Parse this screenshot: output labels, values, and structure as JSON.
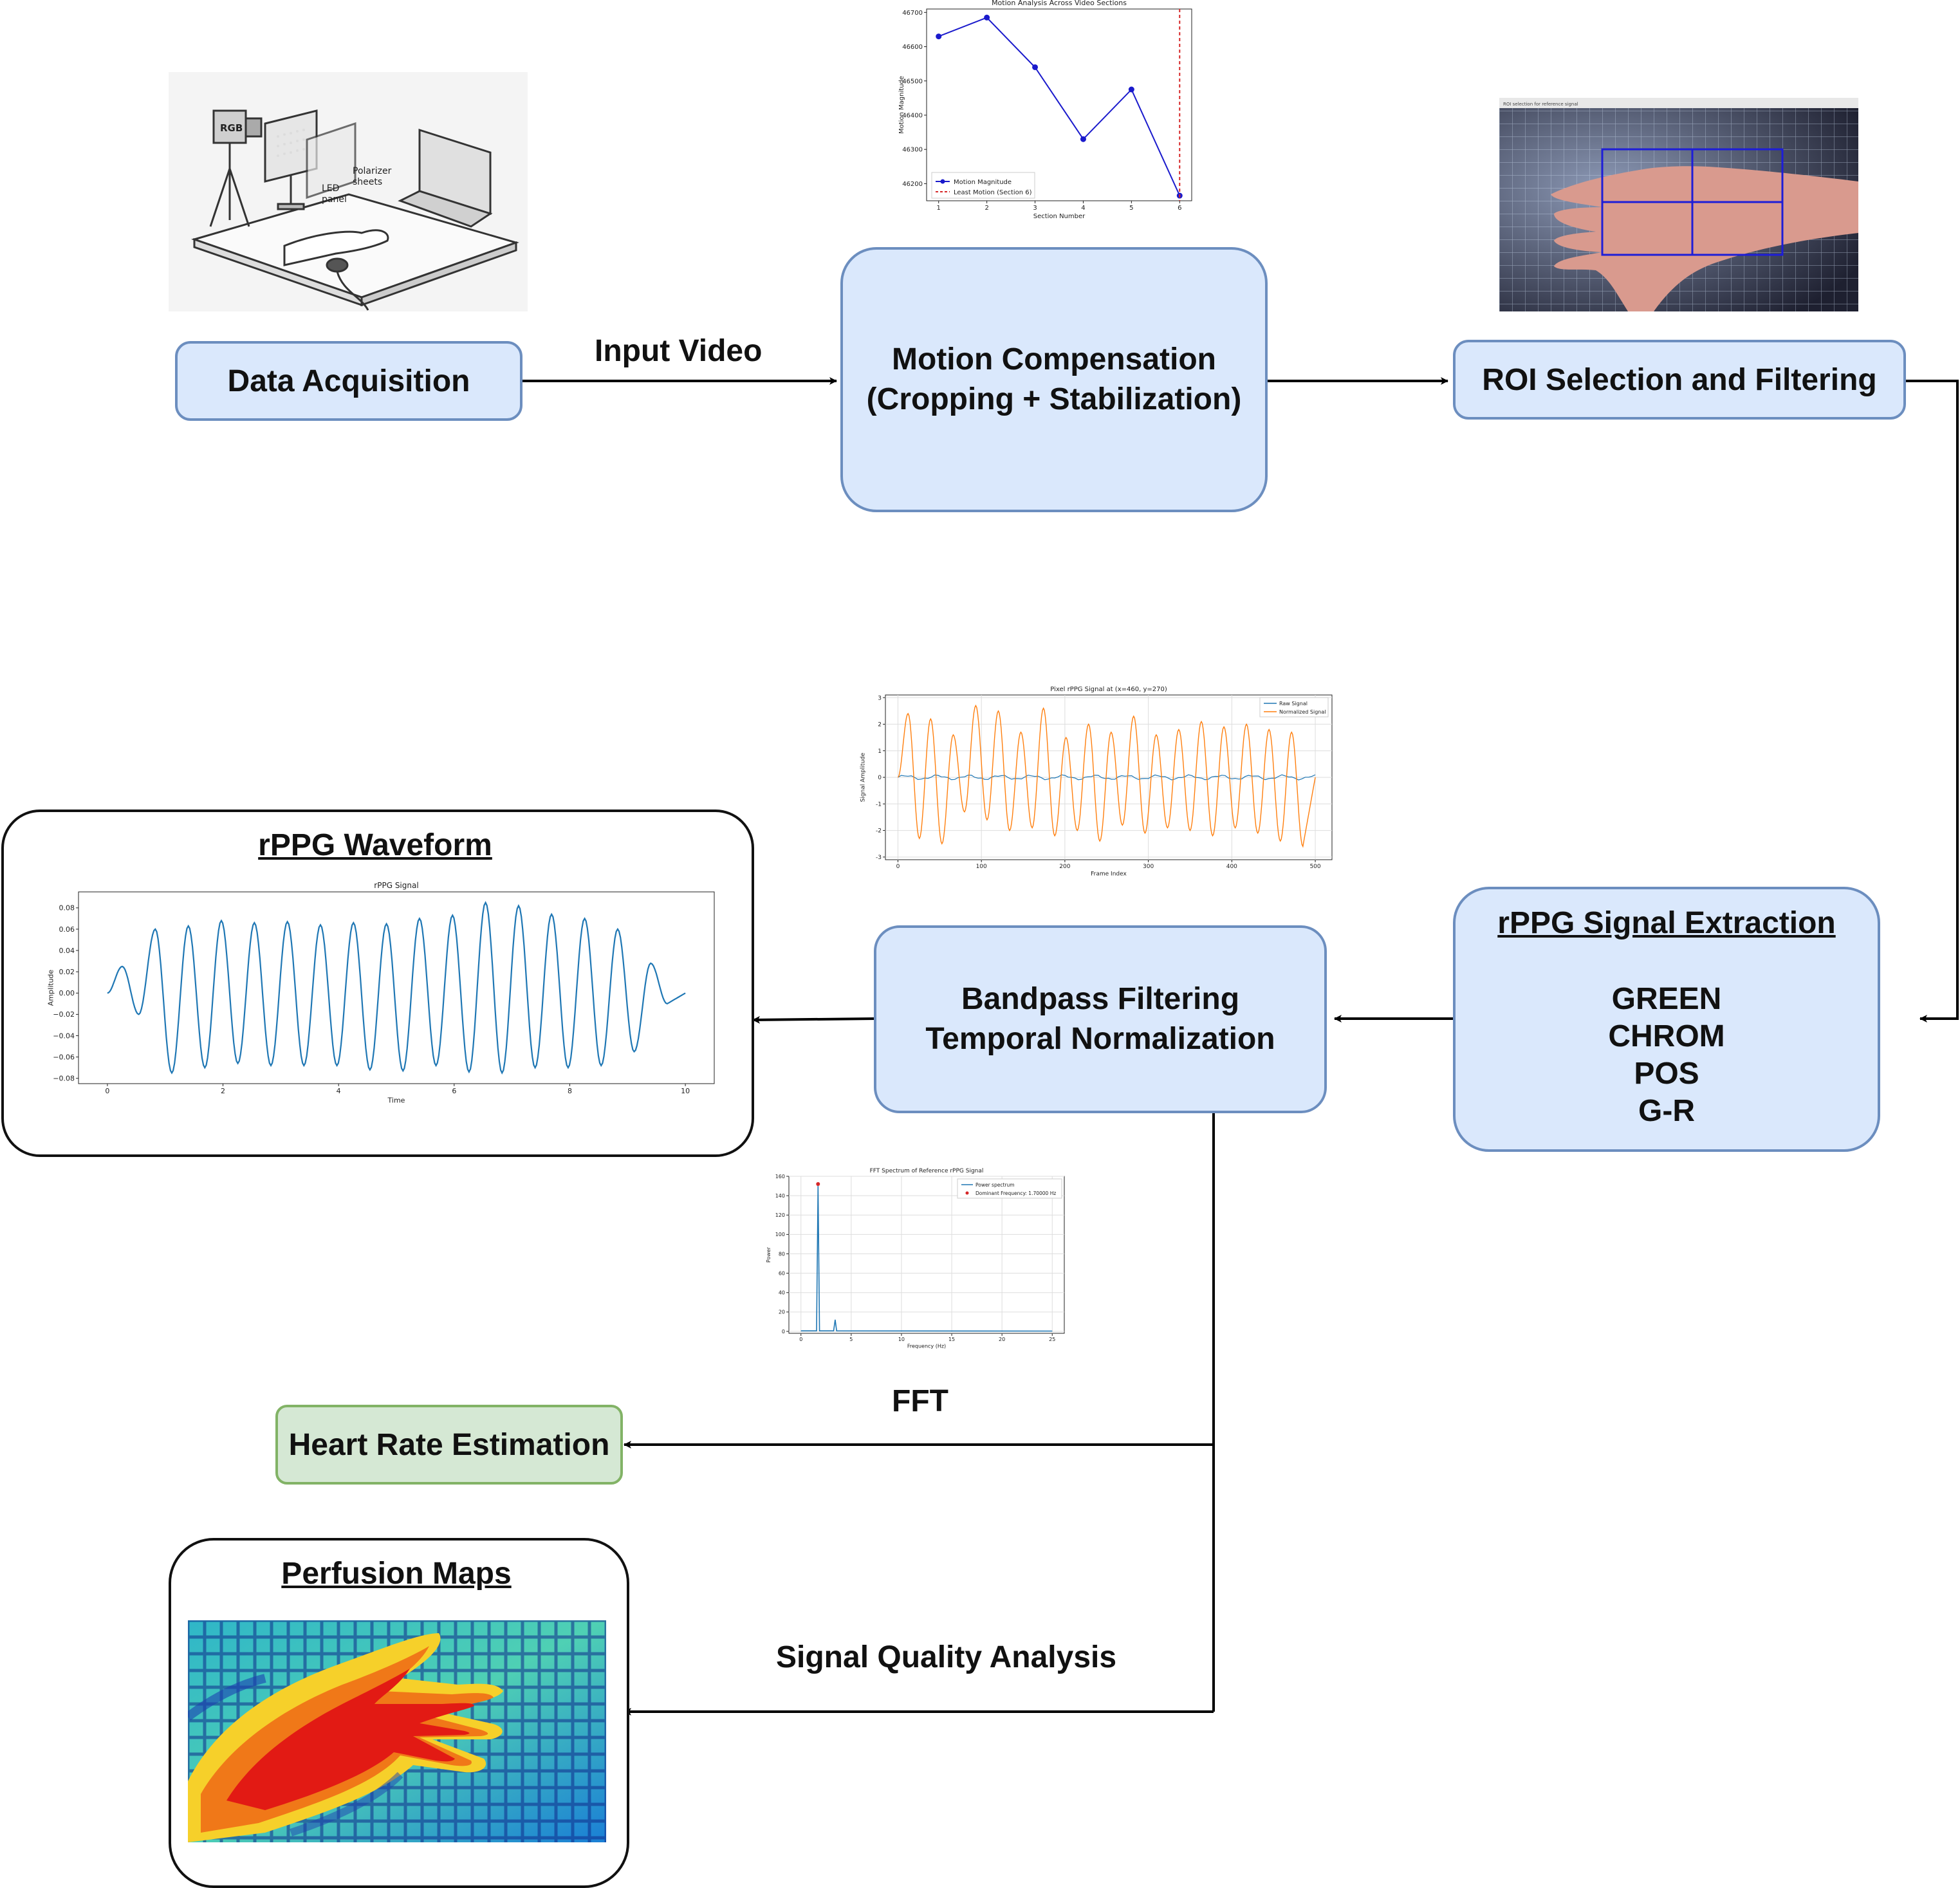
{
  "nodes": {
    "data_acquisition": "Data Acquisition",
    "motion_comp_1": "Motion Compensation",
    "motion_comp_2": "(Cropping + Stabilization)",
    "roi": "ROI Selection and Filtering",
    "extraction_title": "rPPG Signal Extraction",
    "methods": [
      "GREEN",
      "CHROM",
      "POS",
      "G-R"
    ],
    "bandpass_1": "Bandpass Filtering",
    "bandpass_2": "Temporal Normalization",
    "heart_rate": "Heart Rate Estimation",
    "waveform_title": "rPPG Waveform",
    "perfusion_title": "Perfusion Maps"
  },
  "edges": {
    "input_video": "Input Video",
    "fft": "FFT",
    "signal_quality": "Signal Quality Analysis"
  },
  "setup": {
    "camera_label": "RGB",
    "led_label_1": "LED",
    "led_label_2": "panel",
    "polarizer_label_1": "Polarizer",
    "polarizer_label_2": "sheets"
  },
  "roi_window_title": "ROI selection for reference signal",
  "colors": {
    "node_fill": "#dae8fc",
    "node_stroke": "#6c8ebf",
    "hr_fill": "#d5e8d4",
    "hr_stroke": "#82b366",
    "series_blue": "#1f77b4",
    "series_orange": "#ff7f0e",
    "marker_red": "#d62728"
  },
  "chart_data": [
    {
      "type": "line",
      "title": "Motion Analysis Across Video Sections",
      "xlabel": "Section Number",
      "ylabel": "Motion Magnitude",
      "x": [
        1,
        2,
        3,
        4,
        5,
        6
      ],
      "series": [
        {
          "name": "Motion Magnitude",
          "values": [
            46630,
            46685,
            46540,
            46330,
            46475,
            46165
          ]
        }
      ],
      "annotations": [
        {
          "name": "Least Motion (Section 6)",
          "x": 6
        }
      ],
      "xticks": [
        1,
        2,
        3,
        4,
        5,
        6
      ],
      "yticks": [
        46200,
        46300,
        46400,
        46500,
        46600,
        46700
      ],
      "xlim": [
        0.75,
        6.25
      ],
      "ylim": [
        46150,
        46710
      ],
      "legend": "bottom-left"
    },
    {
      "type": "line",
      "title": "Pixel rPPG Signal at (x=460, y=270)",
      "xlabel": "Frame Index",
      "ylabel": "Signal Amplitude",
      "series": [
        {
          "name": "Raw Signal",
          "amplitude": 0.07
        },
        {
          "name": "Normalized Signal",
          "peaks": [
            2.4,
            2.2,
            1.6,
            2.7,
            2.5,
            1.7,
            2.6,
            1.5,
            2.0,
            1.7,
            2.3,
            1.6,
            1.8,
            2.1,
            1.9,
            2.0,
            1.8,
            1.7
          ],
          "troughs": [
            -2.3,
            -2.5,
            -1.3,
            -1.6,
            -2.0,
            -1.9,
            -2.2,
            -2.0,
            -2.4,
            -1.8,
            -2.1,
            -1.9,
            -2.0,
            -2.2,
            -1.9,
            -2.1,
            -2.4,
            -2.6
          ]
        }
      ],
      "xticks": [
        0,
        100,
        200,
        300,
        400,
        500
      ],
      "yticks": [
        -3,
        -2,
        -1,
        0,
        1,
        2,
        3
      ],
      "xlim": [
        -15,
        520
      ],
      "ylim": [
        -3.1,
        3.1
      ],
      "grid": true,
      "legend": "top-right"
    },
    {
      "type": "line",
      "title": "rPPG Signal",
      "xlabel": "Time",
      "ylabel": "Amplitude",
      "series": [
        {
          "name": "",
          "peaks": [
            0.025,
            0.06,
            0.063,
            0.068,
            0.066,
            0.067,
            0.064,
            0.066,
            0.065,
            0.07,
            0.073,
            0.085,
            0.082,
            0.074,
            0.07,
            0.06,
            0.028
          ],
          "troughs": [
            -0.02,
            -0.075,
            -0.07,
            -0.066,
            -0.068,
            -0.068,
            -0.068,
            -0.072,
            -0.073,
            -0.068,
            -0.074,
            -0.075,
            -0.07,
            -0.07,
            -0.068,
            -0.055,
            -0.01
          ]
        }
      ],
      "xticks": [
        0,
        2,
        4,
        6,
        8,
        10
      ],
      "yticks": [
        -0.08,
        -0.06,
        -0.04,
        -0.02,
        0.0,
        0.02,
        0.04,
        0.06,
        0.08
      ],
      "ytick_labels": [
        "−0.08",
        "−0.06",
        "−0.04",
        "−0.02",
        "0.00",
        "0.02",
        "0.04",
        "0.06",
        "0.08"
      ],
      "xlim": [
        -0.5,
        10.5
      ],
      "ylim": [
        -0.085,
        0.095
      ]
    },
    {
      "type": "line",
      "title": "FFT Spectrum of Reference rPPG Signal",
      "xlabel": "Frequency (Hz)",
      "ylabel": "Power",
      "series": [
        {
          "name": "Power spectrum",
          "peaks": [
            {
              "x": 1.7,
              "y": 150
            },
            {
              "x": 3.4,
              "y": 12
            }
          ]
        },
        {
          "name": "Dominant Frequency: 1.70000 Hz",
          "x": 1.7,
          "y": 152
        }
      ],
      "xticks": [
        0,
        5,
        10,
        15,
        20,
        25
      ],
      "yticks": [
        0,
        20,
        40,
        60,
        80,
        100,
        120,
        140,
        160
      ],
      "xlim": [
        -1.2,
        26.2
      ],
      "ylim": [
        -2,
        160
      ],
      "grid": true,
      "legend": "top-right"
    }
  ]
}
